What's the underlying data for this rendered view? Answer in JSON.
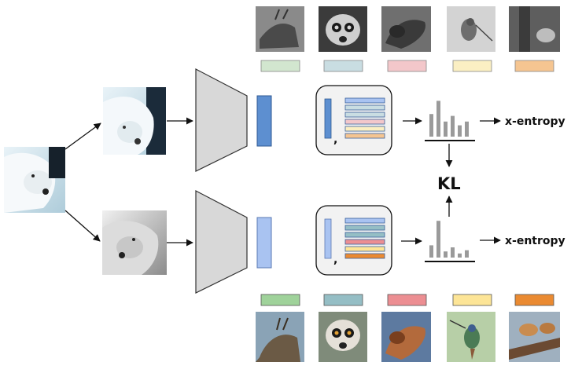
{
  "labels": {
    "xentropy_top": "x-entropy",
    "xentropy_bottom": "x-entropy",
    "kl": "KL"
  },
  "icons": {
    "input_image": "polar-bear-photo",
    "view_1": "polar-bear-augmented-color-photo",
    "view_2": "polar-bear-augmented-grayscale-photo",
    "encoder": "trapezoid-encoder-icon",
    "prototypes_top": [
      "mountain-goat-photo",
      "lemur-photo",
      "bat-photo",
      "hummingbird-photo",
      "mongoose-photo"
    ],
    "prototypes_bottom": [
      "mountain-goat-photo",
      "lemur-photo",
      "bat-photo",
      "hummingbird-photo",
      "mongoose-photo"
    ]
  },
  "colors": {
    "proto_top": [
      "#d2e6cf",
      "#c9dde2",
      "#f3c7ca",
      "#fbefc3",
      "#f5c591"
    ],
    "proto_bottom": [
      "#9fd29a",
      "#95bec5",
      "#ec8e92",
      "#fde597",
      "#ea8a31"
    ],
    "embedding_top": "#5d8fd0",
    "embedding_bottom": "#a9c3f1"
  },
  "chart_data": [
    {
      "type": "bar",
      "name": "",
      "values": [
        0.6,
        0.95,
        0.4,
        0.55,
        0.3,
        0.4
      ]
    },
    {
      "type": "bar",
      "name": "",
      "values": [
        0.3,
        0.9,
        0.15,
        0.25,
        0.1,
        0.18
      ]
    }
  ]
}
